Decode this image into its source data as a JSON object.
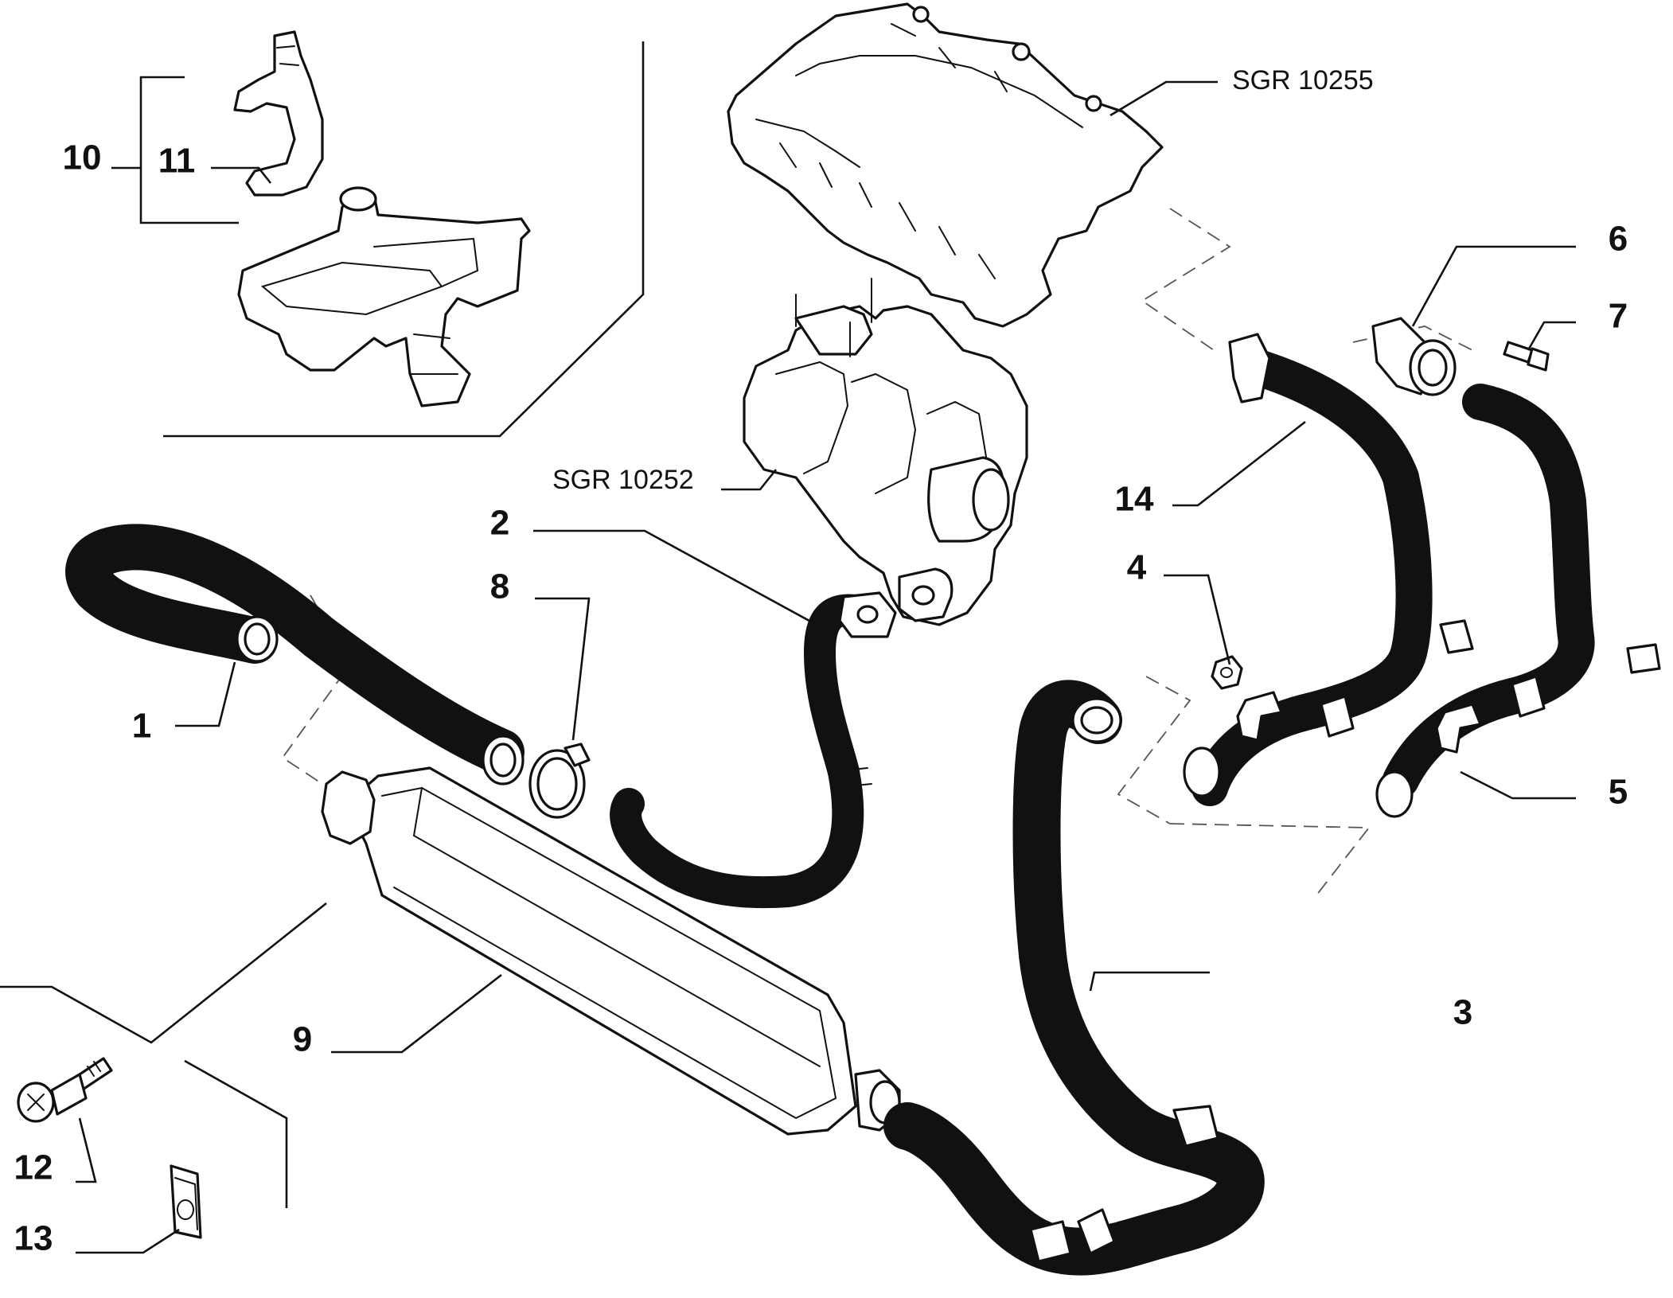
{
  "diagram": {
    "callouts": [
      {
        "id": "1",
        "text": "1"
      },
      {
        "id": "2",
        "text": "2"
      },
      {
        "id": "3",
        "text": "3"
      },
      {
        "id": "4",
        "text": "4"
      },
      {
        "id": "5",
        "text": "5"
      },
      {
        "id": "6",
        "text": "6"
      },
      {
        "id": "7",
        "text": "7"
      },
      {
        "id": "8",
        "text": "8"
      },
      {
        "id": "9",
        "text": "9"
      },
      {
        "id": "10",
        "text": "10"
      },
      {
        "id": "11",
        "text": "11"
      },
      {
        "id": "12",
        "text": "12"
      },
      {
        "id": "13",
        "text": "13"
      },
      {
        "id": "14",
        "text": "14"
      }
    ],
    "references": [
      {
        "id": "sgr10255",
        "text": "SGR 10255"
      },
      {
        "id": "sgr10252",
        "text": "SGR 10252"
      }
    ]
  }
}
